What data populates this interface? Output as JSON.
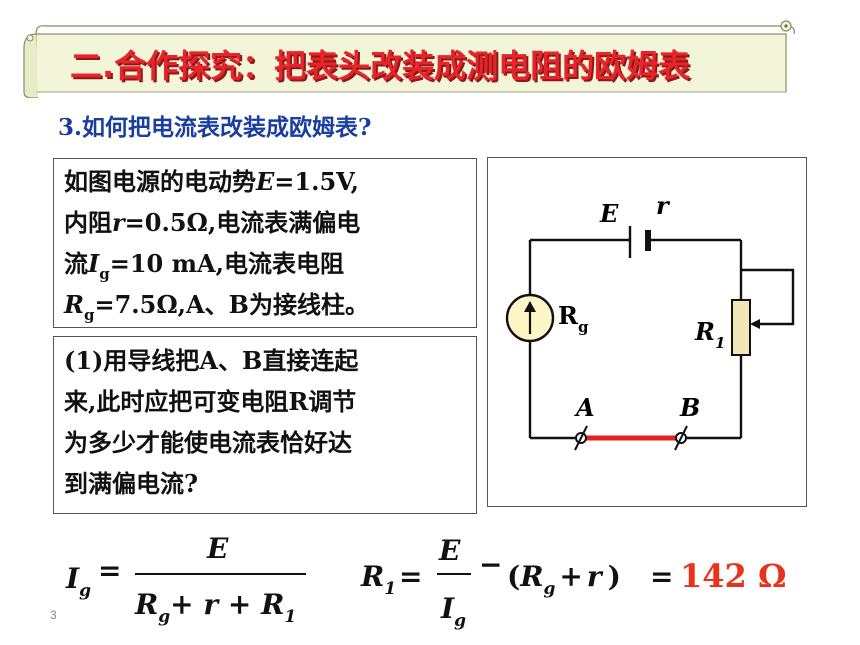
{
  "banner": {
    "title": "二.合作探究：把表头改装成测电阻的欧姆表"
  },
  "section": {
    "heading": "3.如何把电流表改装成欧姆表?"
  },
  "given": {
    "l1_a": "如图电源的电动势",
    "l1_E": "E",
    "l1_b": "=1.5V,",
    "l2_a": "内阻",
    "l2_r": "r",
    "l2_b": "=0.5Ω,电流表满偏电",
    "l3_a": "流",
    "l3_I": "I",
    "l3_g": "g",
    "l3_b": "=10 mA,电流表电阻",
    "l4_R": "R",
    "l4_g": "g",
    "l4_b": "=7.5Ω,A、B为接线柱。"
  },
  "question": {
    "l1": "(1)用导线把A、B直接连起",
    "l2": "来,此时应把可变电阻R调节",
    "l3": "为多少才能使电流表恰好达",
    "l4": "到满偏电流?"
  },
  "circuit": {
    "battery_emf": "E",
    "battery_r": "r",
    "meter_label_main": "R",
    "meter_label_sub": "g",
    "resistor_label_main": "R",
    "resistor_label_sub": "1",
    "terminal_a": "A",
    "terminal_b": "B",
    "wire_color": "#e32222"
  },
  "formula1": {
    "lhs_main": "I",
    "lhs_sub": "g",
    "eq": "=",
    "numerator": "E",
    "den_a": "R",
    "den_a_sub": "g",
    "den_b": "+ r + ",
    "den_c": "R",
    "den_c_sub": "1"
  },
  "formula2": {
    "lhs_main": "R",
    "lhs_sub": "1",
    "eq": "=",
    "numerator": "E",
    "den_main": "I",
    "den_sub": "g",
    "minus": "−",
    "paren_open": "(",
    "pr_main": "R",
    "pr_sub": "g",
    "pr_plus": "+",
    "pr_r": "r",
    "paren_close": ")",
    "eq2": "="
  },
  "result": {
    "value": "142 Ω"
  },
  "page": {
    "number": "3"
  }
}
